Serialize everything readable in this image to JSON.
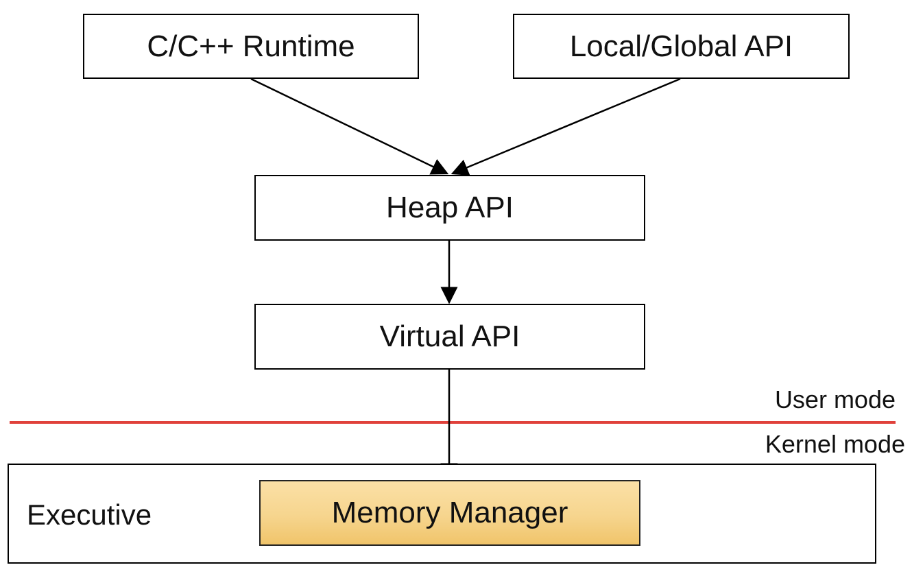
{
  "diagram": {
    "boxes": {
      "runtime": "C/C++ Runtime",
      "local_global": "Local/Global API",
      "heap": "Heap API",
      "virtual": "Virtual API",
      "executive": "Executive",
      "memory_manager": "Memory Manager"
    },
    "boundary": {
      "user_mode": "User mode",
      "kernel_mode": "Kernel mode"
    },
    "colors": {
      "boundary_line": "#e0413b",
      "memory_manager_fill": "#f6d58e",
      "arrow": "#000000"
    }
  }
}
